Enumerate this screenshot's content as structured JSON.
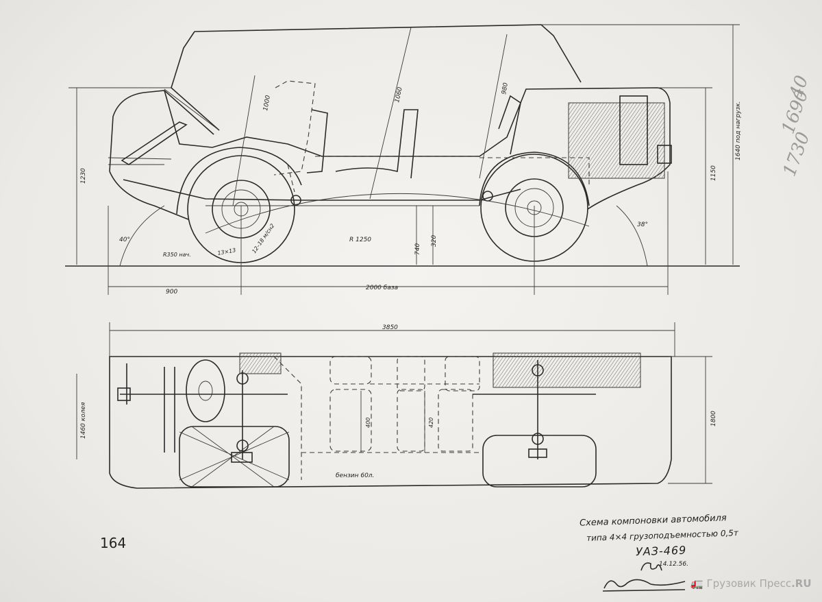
{
  "title": {
    "line1": "Схема компоновки автомобиля",
    "line2": "типа 4×4 грузоподъемностью 0,5т",
    "model": "УАЗ-469"
  },
  "signature": {
    "date": "14.12.56."
  },
  "page_number": "164",
  "watermark": "Грузовик Пресс",
  "watermark_suffix": ".RU",
  "pencil_notes": [
    "1690",
    "1730",
    "40"
  ],
  "dimensions": {
    "height_overall": "1230",
    "height_rear": "1150",
    "height_loaded": "1640 под нагрузк.",
    "seat_front": "1000",
    "seat_mid": "1060",
    "seat_rear": "980",
    "front_overhang": "900",
    "wheelbase": "2000 база",
    "length": "3850",
    "track": "1460 колея",
    "width": "1800",
    "ground_clearance": "320",
    "floor_height": "740",
    "radius": "R 1250",
    "angle_front": "40°",
    "angle_rear": "38°",
    "turn_radius": "R350 нач.",
    "tire_a": "13×13",
    "tire_b": "12–18 м/сн2",
    "footwell_1": "400",
    "footwell_2": "420",
    "fuel_tank": "бензин 60л."
  }
}
